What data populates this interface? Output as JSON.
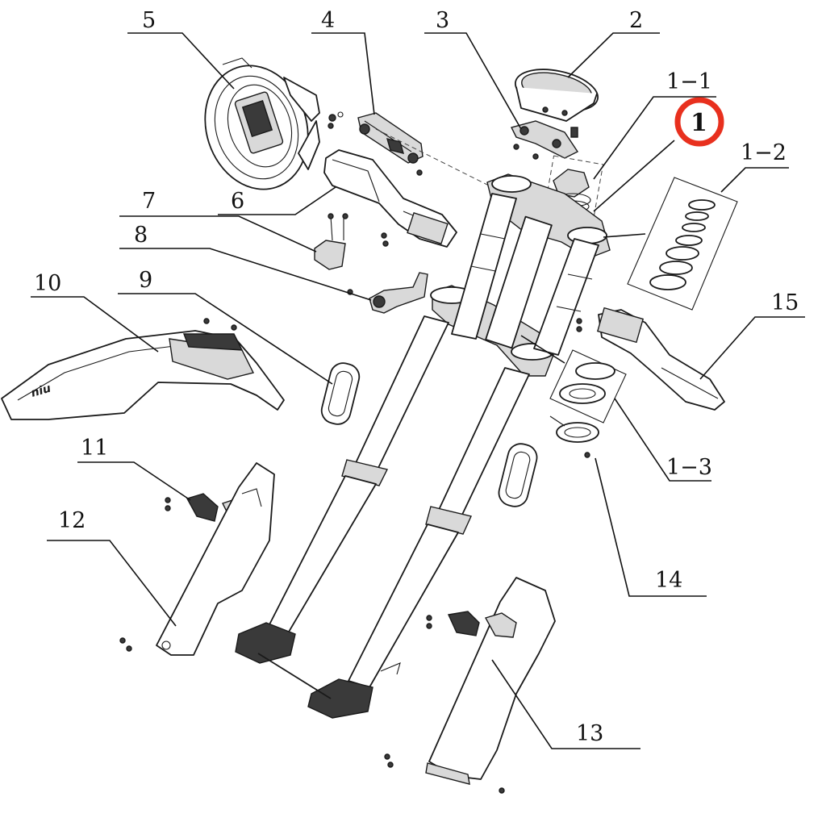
{
  "diagram": {
    "callouts": [
      {
        "id": "5",
        "text": "5"
      },
      {
        "id": "4",
        "text": "4"
      },
      {
        "id": "3",
        "text": "3"
      },
      {
        "id": "2",
        "text": "2"
      },
      {
        "id": "1-1",
        "text": "1−1"
      },
      {
        "id": "1",
        "text": "1"
      },
      {
        "id": "1-2",
        "text": "1−2"
      },
      {
        "id": "6",
        "text": "6"
      },
      {
        "id": "7",
        "text": "7"
      },
      {
        "id": "8",
        "text": "8"
      },
      {
        "id": "9",
        "text": "9"
      },
      {
        "id": "10",
        "text": "10"
      },
      {
        "id": "15",
        "text": "15"
      },
      {
        "id": "1-3",
        "text": "1−3"
      },
      {
        "id": "11",
        "text": "11"
      },
      {
        "id": "12",
        "text": "12"
      },
      {
        "id": "14",
        "text": "14"
      },
      {
        "id": "13",
        "text": "13"
      }
    ],
    "fender_logo": "niu",
    "highlight_color": "#e8301e",
    "ink_color": "#1a1a1a"
  }
}
